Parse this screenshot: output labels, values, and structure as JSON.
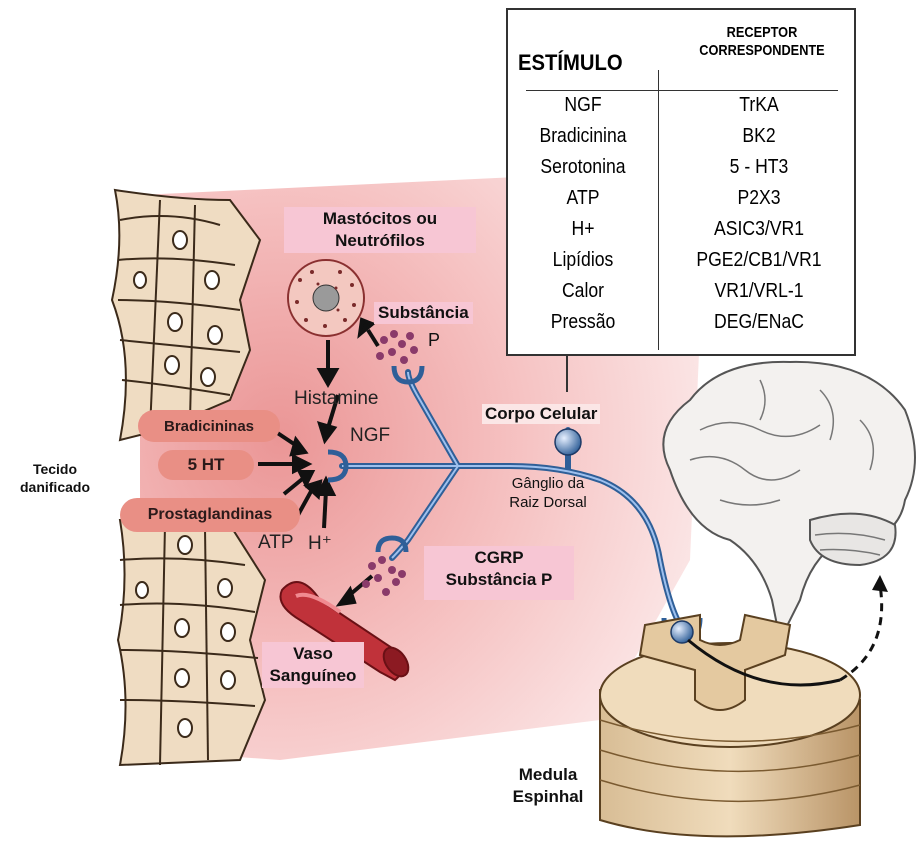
{
  "table": {
    "header_stimulus": "ESTÍMULO",
    "header_receptor": "RECEPTOR CORRESPONDENTE",
    "rows": [
      {
        "stimulus": "NGF",
        "receptor": "TrKA"
      },
      {
        "stimulus": "Bradicinina",
        "receptor": "BK2"
      },
      {
        "stimulus": "Serotonina",
        "receptor": "5 - HT3"
      },
      {
        "stimulus": "ATP",
        "receptor": "P2X3"
      },
      {
        "stimulus": "H+",
        "receptor": "ASIC3/VR1"
      },
      {
        "stimulus": "Lipídios",
        "receptor": "PGE2/CB1/VR1"
      },
      {
        "stimulus": "Calor",
        "receptor": "VR1/VRL-1"
      },
      {
        "stimulus": "Pressão",
        "receptor": "DEG/ENaC"
      }
    ]
  },
  "labels": {
    "mast_cells": "Mastócitos ou Neutrófilos",
    "substance_p_top": "Substância",
    "p_letter": "P",
    "histamine": "Histamine",
    "ngf": "NGF",
    "bradykinins": "Bradicininas",
    "five_ht": "5 HT",
    "prostaglandins": "Prostaglandinas",
    "atp": "ATP",
    "h_plus": "H⁺",
    "damaged_tissue": "Tecido danificado",
    "cell_body": "Corpo Celular",
    "ganglion": "Gânglio da Raiz Dorsal",
    "cgrp": "CGRP",
    "substance_p_bottom": "Substância P",
    "blood_vessel": "Vaso Sanguíneo",
    "spinal_cord": "Medula Espinhal"
  },
  "colors": {
    "neuron": "#2f5f98",
    "vesicle": "#8a3a6a",
    "tissue_pink": "#f1a6a6",
    "label_box": "#f7c6d4",
    "blob": "#e98f85"
  }
}
